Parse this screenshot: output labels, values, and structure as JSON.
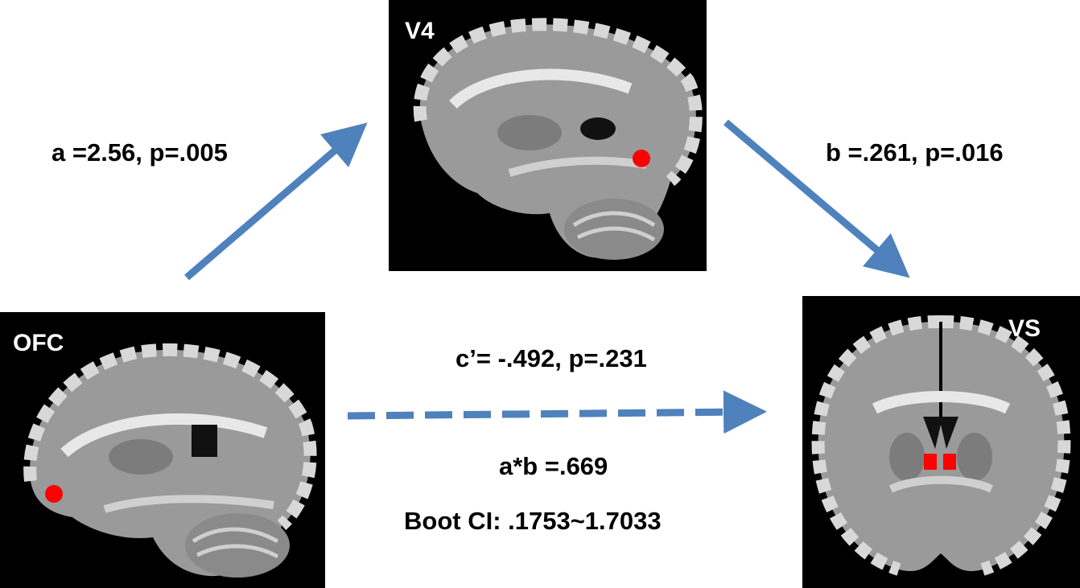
{
  "panels": {
    "v4": {
      "label": "V4"
    },
    "ofc": {
      "label": "OFC"
    },
    "vs": {
      "label": "VS"
    }
  },
  "paths": {
    "a": "a =2.56, p=.005",
    "b": "b =.261, p=.016",
    "c_prime": "c’= -.492, p=.231",
    "indirect": "a*b =.669",
    "boot_ci": "Boot CI:  .1753~1.7033"
  },
  "colors": {
    "arrow": "#4f81bd",
    "roi": "#ff0000",
    "panel_bg": "#000000"
  }
}
